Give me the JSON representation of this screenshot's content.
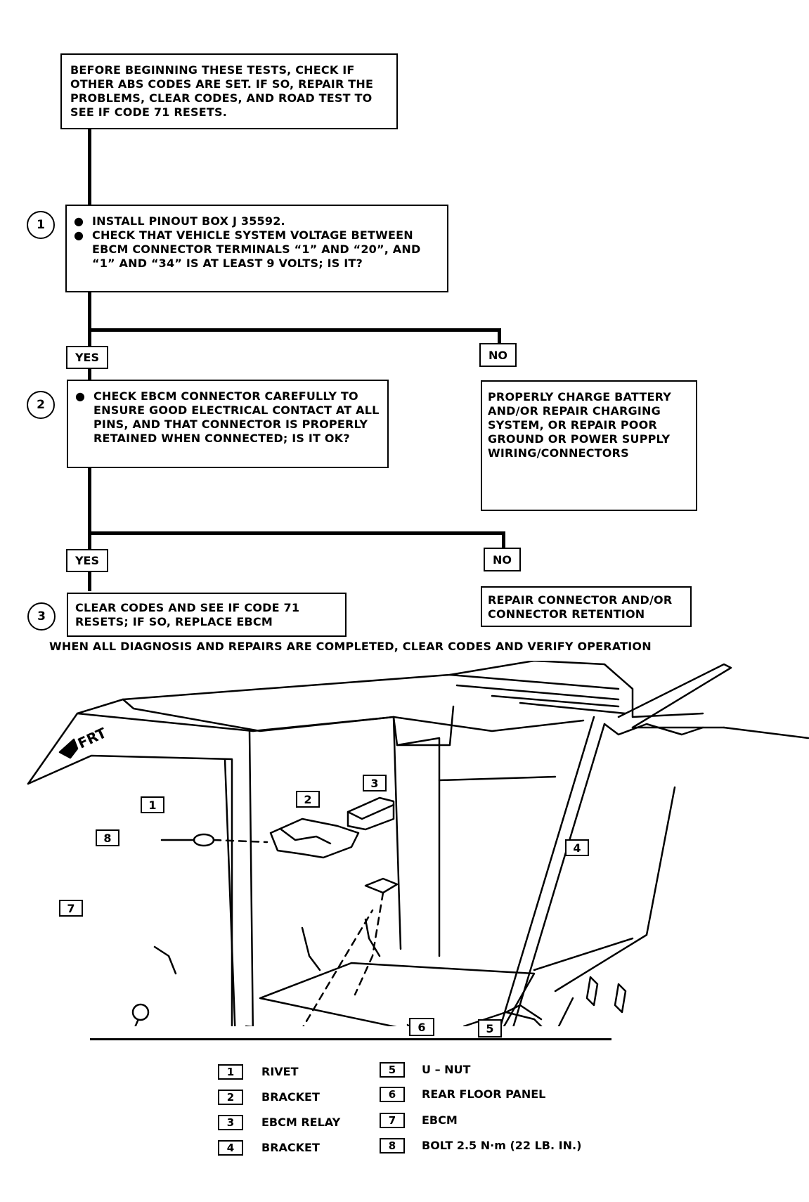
{
  "flowchart": {
    "intro": "BEFORE BEGINNING THESE TESTS, CHECK IF OTHER ABS CODES ARE SET. IF SO, REPAIR THE PROBLEMS, CLEAR CODES, AND ROAD TEST TO SEE IF CODE 71 RESETS.",
    "step1": {
      "num": "1",
      "bullet1": "INSTALL PINOUT BOX J 35592.",
      "bullet2": "CHECK THAT VEHICLE SYSTEM VOLTAGE BETWEEN EBCM CONNECTOR TERMINALS “1” AND “20”, AND “1” AND “34” IS AT LEAST 9 VOLTS; IS IT?"
    },
    "yes1": "YES",
    "no1": "NO",
    "no1_action": "PROPERLY CHARGE BATTERY AND/OR REPAIR CHARGING SYSTEM, OR REPAIR POOR GROUND OR POWER SUPPLY WIRING/CONNECTORS",
    "step2": {
      "num": "2",
      "bullet1": "CHECK EBCM CONNECTOR CAREFULLY TO ENSURE GOOD ELECTRICAL CONTACT AT ALL PINS, AND THAT CONNECTOR IS PROPERLY RETAINED WHEN CONNECTED; IS IT OK?"
    },
    "yes2": "YES",
    "no2": "NO",
    "no2_action": "REPAIR CONNECTOR AND/OR CONNECTOR RETENTION",
    "step3": {
      "num": "3",
      "text": "CLEAR CODES AND SEE IF CODE 71 RESETS; IF SO, REPLACE EBCM"
    },
    "footer": "WHEN ALL DIAGNOSIS AND REPAIRS ARE COMPLETED, CLEAR CODES AND VERIFY OPERATION"
  },
  "illustration": {
    "frt_label": "FRT",
    "callouts": [
      "1",
      "2",
      "3",
      "4",
      "5",
      "6",
      "7",
      "8"
    ]
  },
  "legend": [
    {
      "num": "1",
      "label": "RIVET"
    },
    {
      "num": "2",
      "label": "BRACKET"
    },
    {
      "num": "3",
      "label": "EBCM RELAY"
    },
    {
      "num": "4",
      "label": "BRACKET"
    },
    {
      "num": "5",
      "label": "U – NUT"
    },
    {
      "num": "6",
      "label": "REAR FLOOR PANEL"
    },
    {
      "num": "7",
      "label": "EBCM"
    },
    {
      "num": "8",
      "label": "BOLT 2.5 N·m (22 LB. IN.)"
    }
  ]
}
